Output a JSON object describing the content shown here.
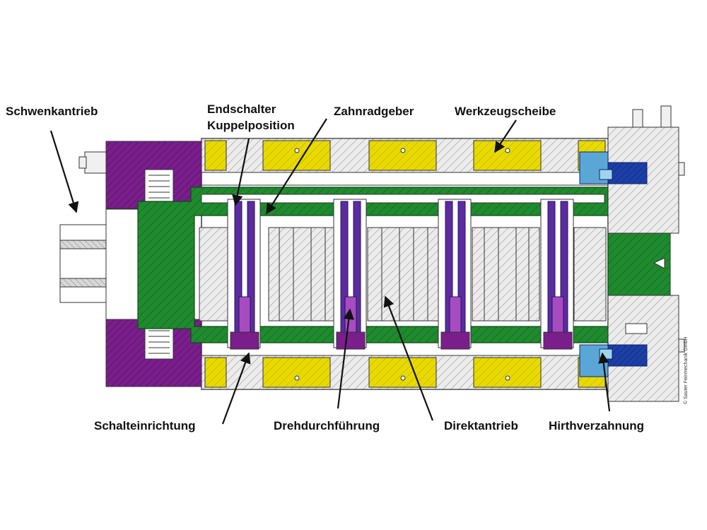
{
  "labels": {
    "schwenkantrieb": "Schwenkantrieb",
    "endschalter_line1": "Endschalter",
    "endschalter_line2": "Kuppelposition",
    "zahnradgeber": "Zahnradgeber",
    "werkzeugscheibe": "Werkzeugscheibe",
    "schalteinrichtung": "Schalteinrichtung",
    "drehdurchfuehrung": "Drehdurchführung",
    "direktantrieb": "Direktantrieb",
    "hirthverzahnung": "Hirthverzahnung"
  },
  "credit": "© Sauter Feinmechanik GmbH",
  "colors": {
    "housing_yellow": "#e8d900",
    "rotor_green": "#1f8a2e",
    "drive_purple": "#7a1e8c",
    "feedthrough_violet": "#5b2ca0",
    "hirth_blue": "#1c3fa8",
    "hirth_light_blue": "#5aa7d6",
    "steel_gray": "#e6e6e6"
  }
}
